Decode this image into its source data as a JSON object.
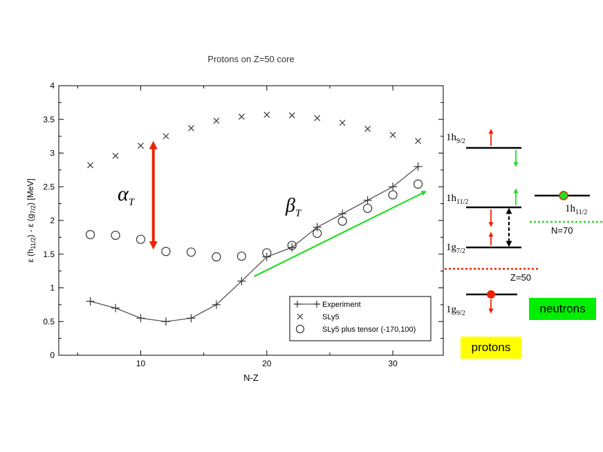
{
  "chart_data": {
    "type": "scatter",
    "title": "Protons on Z=50 core",
    "xlabel": "N-Z",
    "ylabel_parts": [
      "ε (h",
      "11/2",
      ") - ε (g",
      "7/2",
      ")  [MeV]"
    ],
    "xlim": [
      3.5,
      34
    ],
    "ylim": [
      0,
      4
    ],
    "xticks": [
      10,
      20,
      30
    ],
    "yticks": [
      0,
      0.5,
      1,
      1.5,
      2,
      2.5,
      3,
      3.5,
      4
    ],
    "grid": false,
    "legend": "bottom-right",
    "series": [
      {
        "name": "Experiment",
        "style": "line-plus",
        "x": [
          6,
          8,
          10,
          12,
          14,
          16,
          18,
          20,
          22,
          24,
          26,
          28,
          30,
          32
        ],
        "y": [
          0.8,
          0.7,
          0.55,
          0.5,
          0.55,
          0.75,
          1.1,
          1.46,
          1.6,
          1.9,
          2.1,
          2.3,
          2.5,
          2.8
        ]
      },
      {
        "name": "SLy5",
        "style": "cross",
        "x": [
          6,
          8,
          10,
          12,
          14,
          16,
          18,
          20,
          22,
          24,
          26,
          28,
          30,
          32
        ],
        "y": [
          2.82,
          2.96,
          3.11,
          3.25,
          3.37,
          3.48,
          3.54,
          3.57,
          3.56,
          3.52,
          3.45,
          3.36,
          3.27,
          3.18
        ]
      },
      {
        "name": "SLy5 plus tensor (-170,100)",
        "style": "circle",
        "x": [
          6,
          8,
          10,
          12,
          14,
          16,
          18,
          20,
          22,
          24,
          26,
          28,
          30,
          32
        ],
        "y": [
          1.79,
          1.78,
          1.72,
          1.54,
          1.53,
          1.46,
          1.47,
          1.52,
          1.63,
          1.81,
          1.99,
          2.18,
          2.38,
          2.54
        ]
      }
    ],
    "annotations": {
      "alpha_base": "α",
      "alpha_sub": "T",
      "beta_base": "β",
      "beta_sub": "T"
    },
    "alpha_arrow": {
      "x": 11,
      "y_from": 1.63,
      "y_to": 3.12
    },
    "beta_arrow": {
      "x_from": 19,
      "y_from": 1.17,
      "x_to": 32.5,
      "y_to": 2.42
    }
  },
  "diagram": {
    "levels": [
      {
        "id": "1h9",
        "base": "1h",
        "sub": "9/2"
      },
      {
        "id": "1h11",
        "base": "1h",
        "sub": "11/2"
      },
      {
        "id": "1g7",
        "base": "1g",
        "sub": "7/2"
      },
      {
        "id": "1g9",
        "base": "1g",
        "sub": "9/2"
      },
      {
        "id": "n1h11",
        "base": "1h",
        "sub": "11/2"
      }
    ],
    "z50_label": "Z=50",
    "n70_label": "N=70",
    "protons_label": "protons",
    "neutrons_label": "neutrons",
    "colors": {
      "red": "#ee2200",
      "green": "#22dd22",
      "yellow": "#ffff00",
      "neutron_box": "#00ee00"
    }
  }
}
